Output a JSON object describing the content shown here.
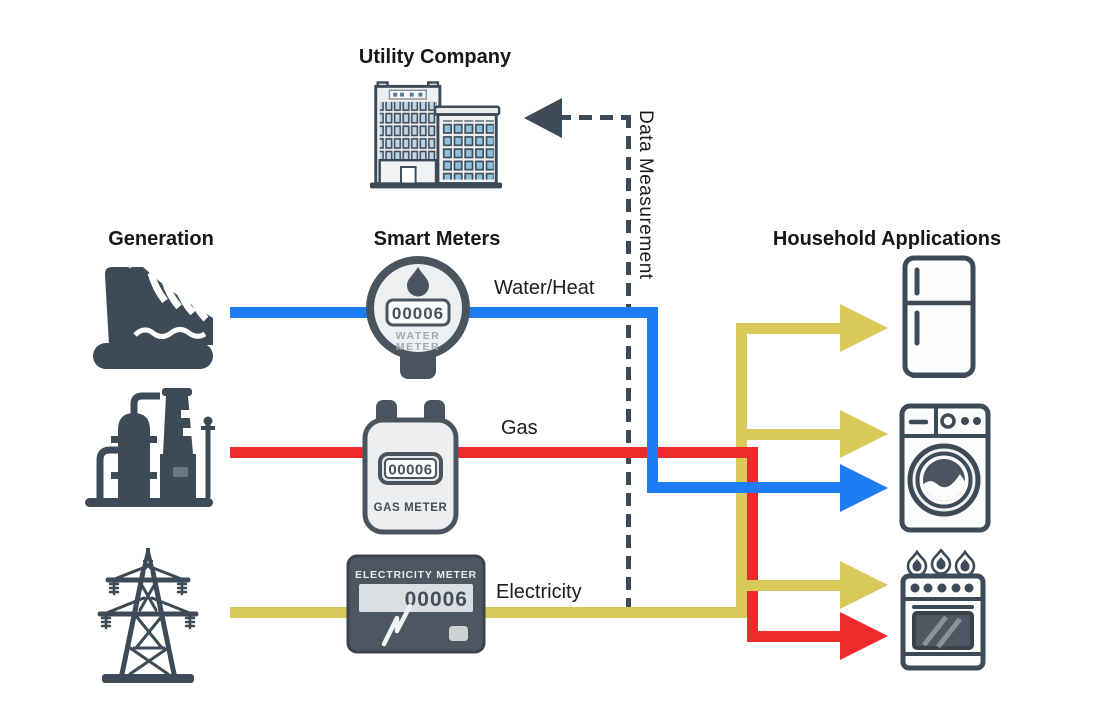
{
  "colors": {
    "water-heat-blue": "#1e7cf5",
    "gas-red": "#ee2a2a",
    "electricity-yellow": "#d9c85a",
    "dark-slate": "#3d4a57",
    "meter-body": "#4a545e",
    "panel-light": "#eceef0",
    "window-blue": "#8fc0dc"
  },
  "titles": {
    "utility_company": "Utility Company",
    "generation": "Generation",
    "smart_meters": "Smart Meters",
    "household_applications": "Household Applications"
  },
  "flow_labels": {
    "water_heat": "Water/Heat",
    "gas": "Gas",
    "electricity": "Electricity",
    "data_measurement": "Data Measurement"
  },
  "meters": {
    "water": {
      "reading": "00006",
      "label_line1": "WATER",
      "label_line2": "METER"
    },
    "gas": {
      "reading": "00006",
      "label": "GAS METER"
    },
    "electricity": {
      "reading": "00006",
      "label": "ELECTRICITY METER"
    }
  },
  "icons": {
    "utility": "utility-company-building-icon",
    "generation": [
      "hydroelectric-dam-icon",
      "industrial-plant-icon",
      "transmission-tower-icon"
    ],
    "smart_meters": [
      "water-meter-icon",
      "gas-meter-icon",
      "electricity-meter-icon"
    ],
    "household": [
      "refrigerator-icon",
      "washing-machine-icon",
      "stove-icon"
    ],
    "data_flow_arrow": "left-arrow-icon"
  }
}
